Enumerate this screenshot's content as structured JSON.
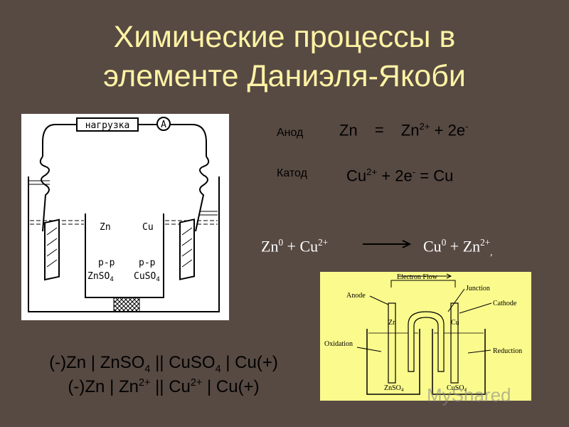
{
  "slide": {
    "title_line1": "Химические процессы в",
    "title_line2": "элементе Даниэля-Якоби"
  },
  "reactions": {
    "anode_label": "Анод",
    "anode_eq": {
      "left": "Zn",
      "equals": "=",
      "ion": "Zn",
      "charge": "2+",
      "rest": " + 2e",
      "electron": "-"
    },
    "cathode_label": "Катод",
    "cathode_eq": {
      "ion": "Cu",
      "charge": "2+",
      "mid": " + 2e",
      "electron": "-",
      "rest": " = Cu"
    },
    "overall": {
      "zn": "Zn",
      "zn_ox": "0",
      "plus1": " + Cu",
      "cu_ch": "2+",
      "cu": "Cu",
      "cu_ox": "0",
      "plus2": " + Zn",
      "zn_ch": "2+",
      "trail": ","
    }
  },
  "scheme": {
    "load": "нагрузка",
    "ammeter": "A",
    "left_electrode": "Zn",
    "right_electrode": "Cu",
    "left_solution_1": "р-р",
    "left_solution_2": "ZnSO",
    "left_solution_sub": "4",
    "right_solution_1": "р-р",
    "right_solution_2": "CuSO",
    "right_solution_sub": "4"
  },
  "diagram2": {
    "electron_flow": "Electron Flow",
    "anode": "Anode",
    "junction": "Junction",
    "cathode": "Cathode",
    "zn": "Zn",
    "cu": "Cu",
    "oxidation": "Oxidation",
    "reduction": "Reduction",
    "znso4": "ZnSO",
    "znso4_sub": "4",
    "cuso4": "CuSO",
    "cuso4_sub": "4"
  },
  "notation": {
    "line1": {
      "a": "(-)Zn | ZnSO",
      "a_sub": "4",
      "b": " || CuSO",
      "b_sub": "4",
      "c": " | Cu(+)"
    },
    "line2": {
      "a": "(-)Zn | Zn",
      "a_sup": "2+",
      "b": " || Cu",
      "b_sup": "2+",
      "c": " | Cu(+)"
    }
  },
  "watermark": "MyShared"
}
